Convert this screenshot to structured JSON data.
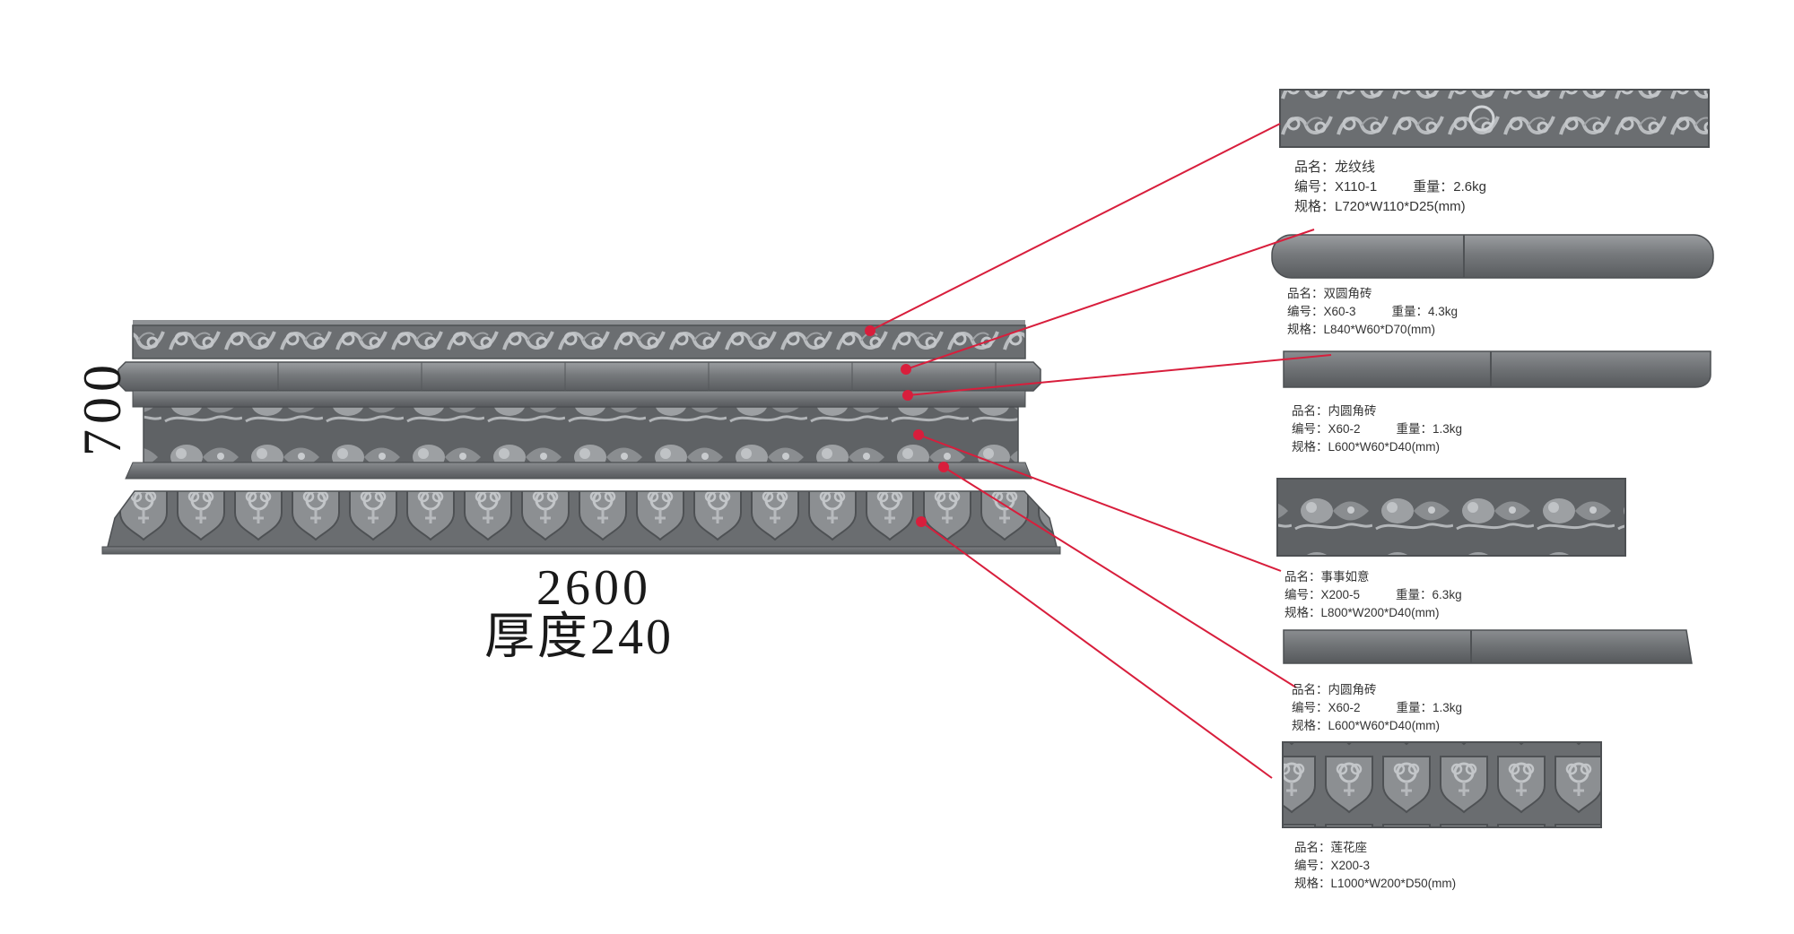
{
  "dimensions": {
    "height": "700",
    "width": "2600",
    "thickness": "厚度240"
  },
  "colors": {
    "stone_dark": "#5c5f62",
    "stone_mid": "#7d8083",
    "stone_light": "#a3a6a9",
    "leader_line": "#d81e3c"
  },
  "parts": [
    {
      "name_label": "品名：龙纹线",
      "code_label": "编号：X110-1",
      "weight_label": "重量：2.6kg",
      "spec_label": "规格：L720*W110*D25(mm)",
      "pattern": "scroll-vine-relief"
    },
    {
      "name_label": "品名：双圆角砖",
      "code_label": "编号：X60-3",
      "weight_label": "重量：4.3kg",
      "spec_label": "规格：L840*W60*D70(mm)",
      "pattern": "double-round-edge"
    },
    {
      "name_label": "品名：内圆角砖",
      "code_label": "编号：X60-2",
      "weight_label": "重量：1.3kg",
      "spec_label": "规格：L600*W60*D40(mm)",
      "pattern": "inner-round-edge"
    },
    {
      "name_label": "品名：事事如意",
      "code_label": "编号：X200-5",
      "weight_label": "重量：6.3kg",
      "spec_label": "规格：L800*W200*D40(mm)",
      "pattern": "lion-relief"
    },
    {
      "name_label": "品名：内圆角砖",
      "code_label": "编号：X60-2",
      "weight_label": "重量：1.3kg",
      "spec_label": "规格：L600*W60*D40(mm)",
      "pattern": "inner-round-edge"
    },
    {
      "name_label": "品名：莲花座",
      "code_label": "编号：X200-3",
      "weight_label": "",
      "spec_label": "规格：L1000*W200*D50(mm)",
      "pattern": "lotus-base-relief"
    }
  ]
}
